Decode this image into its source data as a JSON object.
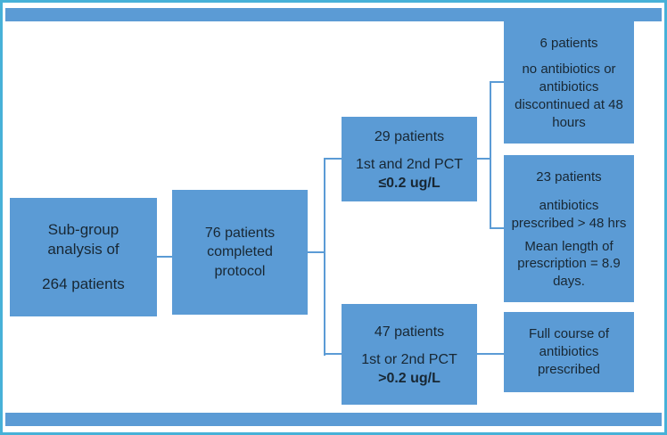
{
  "colors": {
    "node_fill": "#5b9bd5",
    "node_text": "#182733",
    "frame_border": "#47b1d8",
    "connector": "#5b9bd5",
    "background": "#ffffff"
  },
  "flowchart": {
    "nodes": {
      "subgroup": {
        "p1": "Sub-group analysis of",
        "p2": "264 patients"
      },
      "completed": {
        "p1": "76 patients completed protocol"
      },
      "pct_low": {
        "count": "29 patients",
        "label": "1st and 2nd PCT",
        "threshold": "≤0.2 ug/L"
      },
      "pct_high": {
        "count": "47 patients",
        "label": "1st or 2nd PCT",
        "threshold": ">0.2 ug/L"
      },
      "no_antibiotics": {
        "count": "6 patients",
        "detail": "no antibiotics or antibiotics discontinued at 48 hours"
      },
      "antibiotics_prescribed": {
        "count": "23 patients",
        "detail": "antibiotics prescribed > 48 hrs",
        "extra": "Mean length of prescription = 8.9 days."
      },
      "full_course": {
        "p1": "Full course of antibiotics prescribed"
      }
    },
    "edges": [
      {
        "from": "subgroup",
        "to": "completed"
      },
      {
        "from": "completed",
        "to": "pct_low"
      },
      {
        "from": "completed",
        "to": "pct_high"
      },
      {
        "from": "pct_low",
        "to": "no_antibiotics"
      },
      {
        "from": "pct_low",
        "to": "antibiotics_prescribed"
      },
      {
        "from": "pct_high",
        "to": "full_course"
      }
    ]
  }
}
